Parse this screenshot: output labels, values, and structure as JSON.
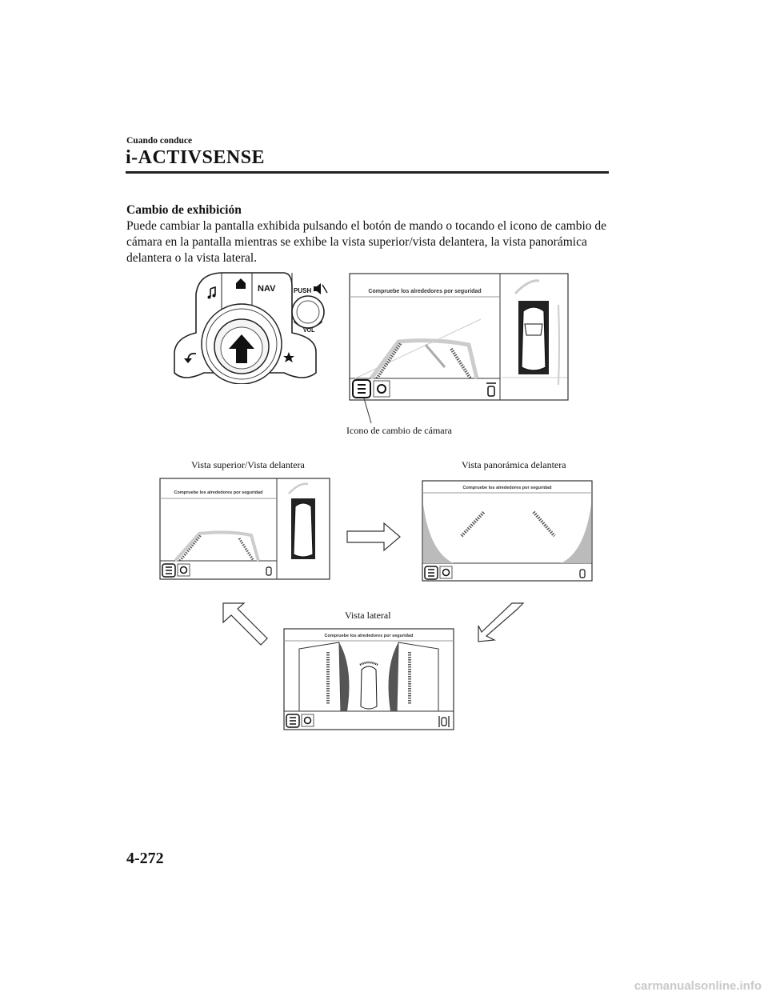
{
  "header": {
    "section": "Cuando conduce",
    "title": "i-ACTIVSENSE"
  },
  "content": {
    "subheading": "Cambio de exhibición",
    "paragraph": "Puede cambiar la pantalla exhibida pulsando el botón de mando o tocando el icono de cambio de cámara en la pantalla mientras se exhibe la vista superior/vista delantera, la vista panorámica delantera o la vista lateral."
  },
  "controller": {
    "nav_label": "NAV",
    "push_label": "PUSH",
    "vol_label": "VOL"
  },
  "screen_text": "Compruebe los alrededores por seguridad",
  "captions": {
    "camera_icon": "Icono de cambio de cámara",
    "top_front_view": "Vista superior/Vista delantera",
    "panoramic_view": "Vista panorámica delantera",
    "side_view": "Vista lateral"
  },
  "footer": {
    "page_number": "4-272",
    "watermark": "carmanualsonline.info"
  },
  "icons": [
    "music-note-icon",
    "home-icon",
    "mute-icon",
    "back-icon",
    "star-icon",
    "camera-switch-icon",
    "gear-icon",
    "parking-sensor-icon",
    "arrow-icon"
  ]
}
